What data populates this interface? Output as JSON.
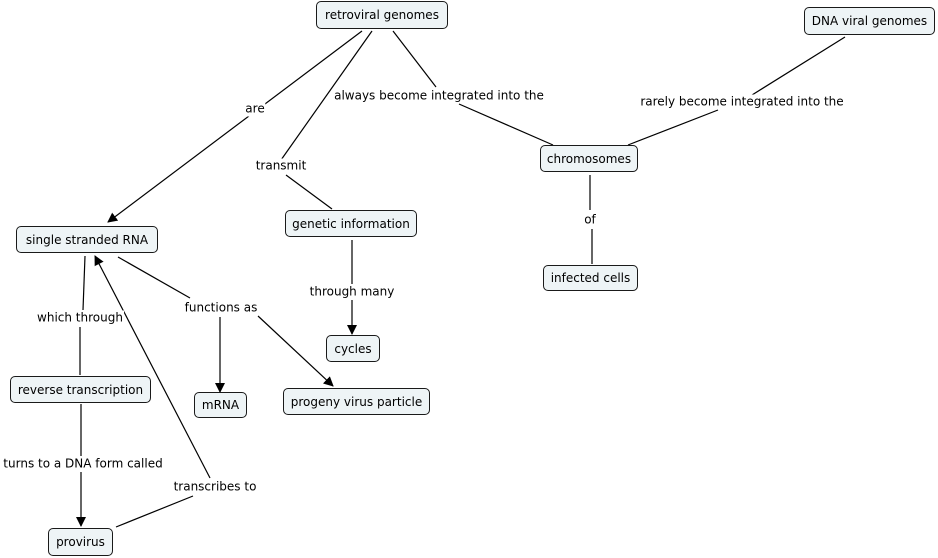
{
  "concepts": {
    "retroviral_genomes": "retroviral genomes",
    "dna_viral_genomes": "DNA viral genomes",
    "chromosomes": "chromosomes",
    "infected_cells": "infected cells",
    "genetic_information": "genetic information",
    "cycles": "cycles",
    "single_stranded_rna": "single stranded RNA",
    "reverse_transcription": "reverse transcription",
    "mrna": "mRNA",
    "progeny_virus_particle": "progeny virus particle",
    "provirus": "provirus"
  },
  "links": {
    "are": "are",
    "transmit": "transmit",
    "always_integrated": "always become integrated into the",
    "rarely_integrated": "rarely become integrated into the",
    "of": "of",
    "through_many": "through many",
    "which_through": "which through",
    "functions_as": "functions as",
    "turns_to_dna": "turns to a DNA form called",
    "transcribes_to": "transcribes to"
  }
}
